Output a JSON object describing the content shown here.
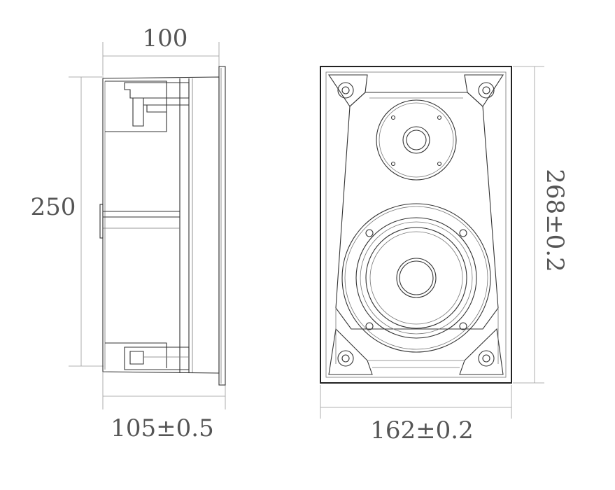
{
  "side_view": {
    "top_width_label": "100",
    "height_label": "250",
    "depth_label": "105±0.5"
  },
  "front_view": {
    "width_label": "162±0.2",
    "height_label": "268±0.2"
  }
}
